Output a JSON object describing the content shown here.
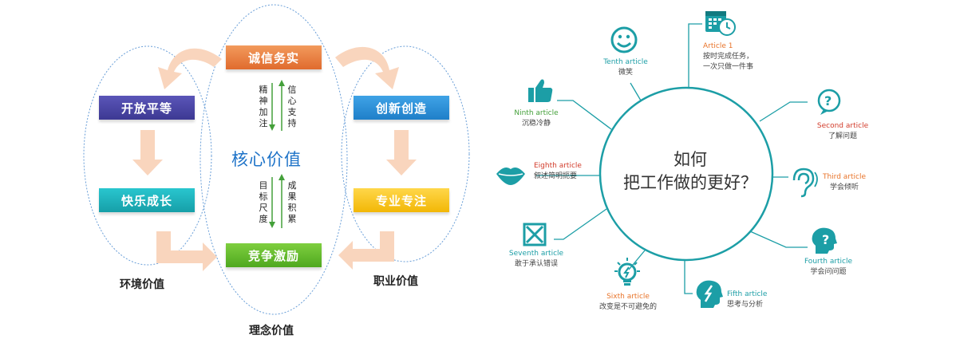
{
  "left": {
    "core_title": "核心价值",
    "boxes": {
      "top": "诚信务实",
      "bottom": "竞争激励",
      "left_top": "开放平等",
      "left_bottom": "快乐成长",
      "right_top": "创新创造",
      "right_bottom": "专业专注"
    },
    "vertical_columns": [
      "精神加注",
      "信心支持",
      "目标尺度",
      "成果积累"
    ],
    "labels": {
      "left": "环境价值",
      "right": "职业价值",
      "bottom": "理念价值"
    }
  },
  "right": {
    "center_lines": [
      "如何",
      "把工作做的更好？"
    ],
    "articles": [
      {
        "en": "Article 1",
        "cn": [
          "按时完成任务，",
          "一次只做一件事"
        ],
        "icon": "calendar-clock-icon"
      },
      {
        "en": "Second article",
        "cn": [
          "了解问题"
        ],
        "icon": "question-bubble-icon"
      },
      {
        "en": "Third article",
        "cn": [
          "学会倾听"
        ],
        "icon": "ear-icon"
      },
      {
        "en": "Fourth article",
        "cn": [
          "学会问问题"
        ],
        "icon": "question-head-icon"
      },
      {
        "en": "Fifth article",
        "cn": [
          "思考与分析"
        ],
        "icon": "head-lightning-icon"
      },
      {
        "en": "Sixth article",
        "cn": [
          "改变是不可避免的"
        ],
        "icon": "lightbulb-icon"
      },
      {
        "en": "Seventh article",
        "cn": [
          "敢于承认错误"
        ],
        "icon": "crossed-box-icon"
      },
      {
        "en": "Eighth article",
        "cn": [
          "叙述简明扼要"
        ],
        "icon": "lips-icon"
      },
      {
        "en": "Ninth article",
        "cn": [
          "沉稳冷静"
        ],
        "icon": "thumbs-up-icon"
      },
      {
        "en": "Tenth article",
        "cn": [
          "微笑"
        ],
        "icon": "smiley-icon"
      }
    ]
  },
  "colors": {
    "teal": "#1c9ea6",
    "orange": "#e8742a",
    "red": "#d23c2b",
    "green": "#44a03a",
    "dotted_ellipse": "#6a9fd8",
    "core_blue": "#1e73c8",
    "arrow_peach": "#f9d5bd"
  }
}
